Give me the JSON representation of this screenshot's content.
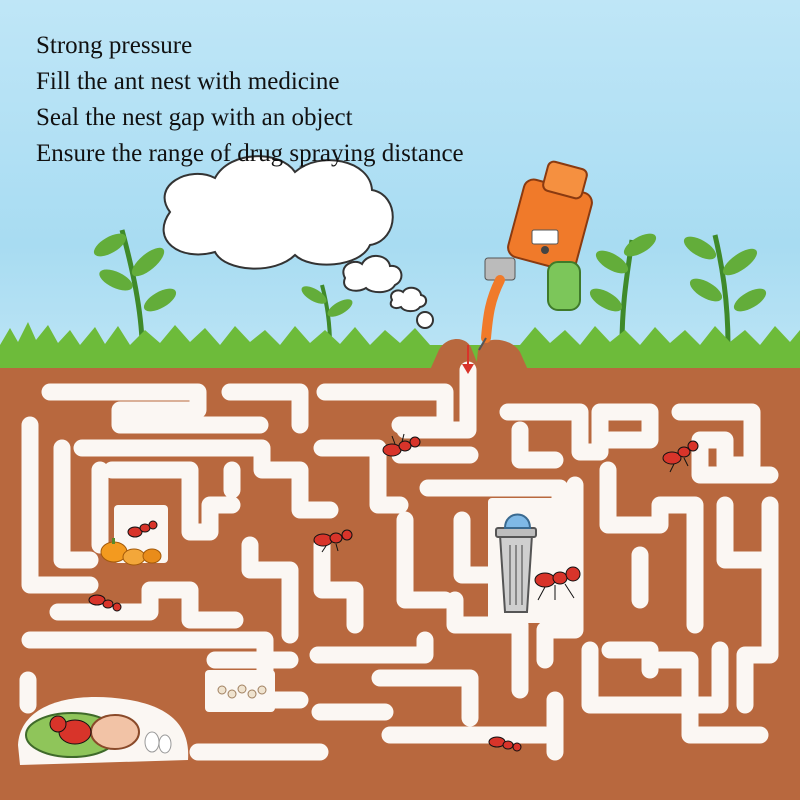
{
  "caption": {
    "lines": [
      "Strong pressure",
      "Fill the ant nest with medicine",
      "Seal the nest gap with an object",
      "Ensure the range of drug spraying distance"
    ]
  },
  "colors": {
    "sky": "#a8dcf2",
    "grass": "#6dbb3a",
    "soil": "#b8683e",
    "tunnel": "#fbf7f3",
    "ant": "#d8342a",
    "duster": "#f07a2a",
    "bottle": "#7cc65a",
    "arrow": "#d8342a"
  },
  "icons": [
    "cloud-icon",
    "plant-icon",
    "duster-tool-icon",
    "arrow-down-icon",
    "ant-icon",
    "trash-can-icon",
    "pumpkin-icon",
    "queen-ant-icon",
    "egg-icon"
  ]
}
